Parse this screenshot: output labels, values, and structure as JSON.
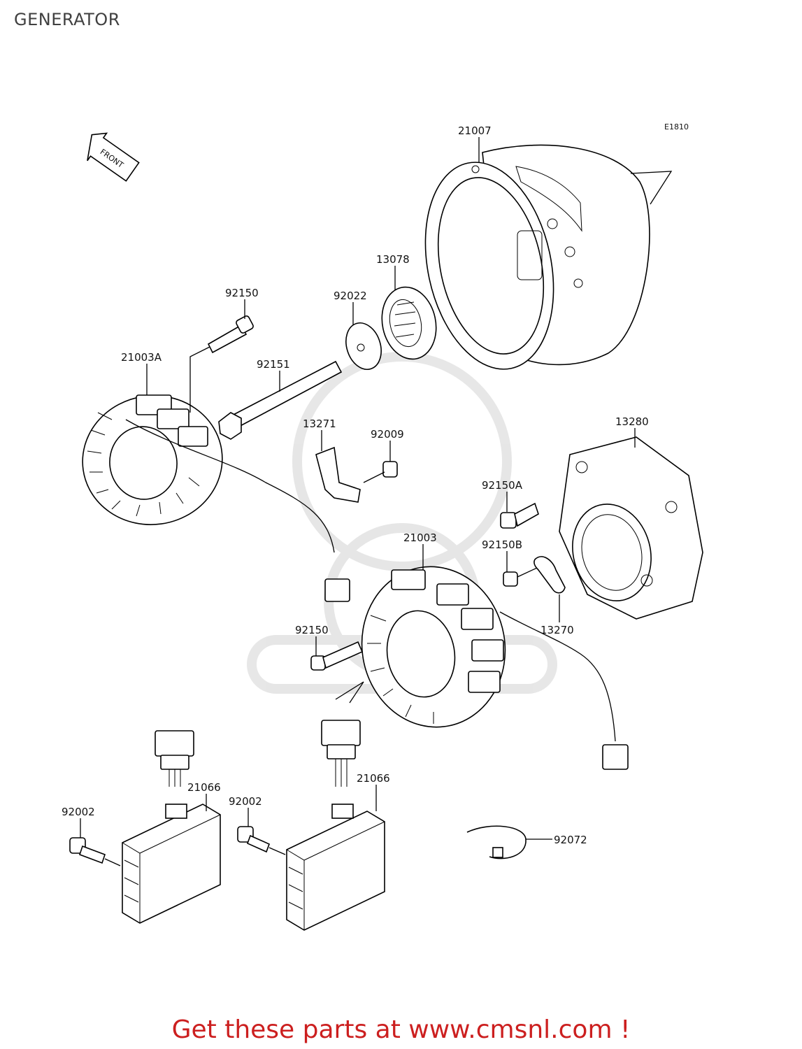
{
  "header": {
    "title": "GENERATOR"
  },
  "diagram": {
    "code": "E1810",
    "front_label": "FRONT",
    "parts": [
      {
        "id": "p21007",
        "label": "21007"
      },
      {
        "id": "p13078",
        "label": "13078"
      },
      {
        "id": "p92022",
        "label": "92022"
      },
      {
        "id": "p92150t",
        "label": "92150"
      },
      {
        "id": "p21003A",
        "label": "21003A"
      },
      {
        "id": "p92151",
        "label": "92151"
      },
      {
        "id": "p13271",
        "label": "13271"
      },
      {
        "id": "p92009",
        "label": "92009"
      },
      {
        "id": "p13280",
        "label": "13280"
      },
      {
        "id": "p92150A",
        "label": "92150A"
      },
      {
        "id": "p21003",
        "label": "21003"
      },
      {
        "id": "p92150B",
        "label": "92150B"
      },
      {
        "id": "p13270",
        "label": "13270"
      },
      {
        "id": "p92150m",
        "label": "92150"
      },
      {
        "id": "p21066a",
        "label": "21066"
      },
      {
        "id": "p92002a",
        "label": "92002"
      },
      {
        "id": "p21066b",
        "label": "21066"
      },
      {
        "id": "p92002b",
        "label": "92002"
      },
      {
        "id": "p92072",
        "label": "92072"
      }
    ]
  },
  "footer": {
    "cta": "Get these parts at www.cmsnl.com !"
  },
  "colors": {
    "cta": "#cc1f1f",
    "title": "#404040"
  }
}
